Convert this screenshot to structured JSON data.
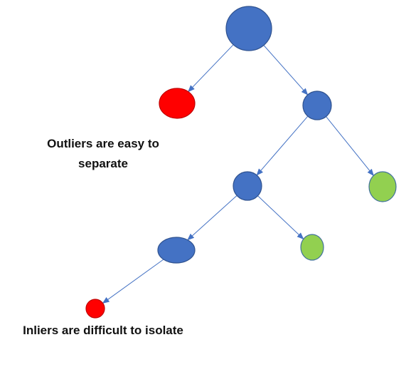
{
  "colors": {
    "internal_node": "#4472c4",
    "node_stroke": "#2f528f",
    "outlier_node": "#ff0000",
    "outlier_stroke": "#c00000",
    "leaf_node": "#92d050",
    "leaf_stroke": "#41719c",
    "edge": "#4472c4"
  },
  "annotations": {
    "outliers": "Outliers are easy to separate",
    "inliers": "Inliers are difficult to isolate"
  },
  "nodes": [
    {
      "id": "root",
      "kind": "internal"
    },
    {
      "id": "outlier-leaf",
      "kind": "outlier"
    },
    {
      "id": "right-child",
      "kind": "internal"
    },
    {
      "id": "middle-node",
      "kind": "internal"
    },
    {
      "id": "right-leaf",
      "kind": "inlier-leaf"
    },
    {
      "id": "lower-left-node",
      "kind": "internal"
    },
    {
      "id": "lower-right-leaf",
      "kind": "inlier-leaf"
    },
    {
      "id": "inlier-leaf",
      "kind": "outlier"
    }
  ],
  "edges": [
    {
      "from": "root",
      "to": "outlier-leaf"
    },
    {
      "from": "root",
      "to": "right-child"
    },
    {
      "from": "right-child",
      "to": "middle-node"
    },
    {
      "from": "right-child",
      "to": "right-leaf"
    },
    {
      "from": "middle-node",
      "to": "lower-left-node"
    },
    {
      "from": "middle-node",
      "to": "lower-right-leaf"
    },
    {
      "from": "lower-left-node",
      "to": "inlier-leaf"
    }
  ]
}
